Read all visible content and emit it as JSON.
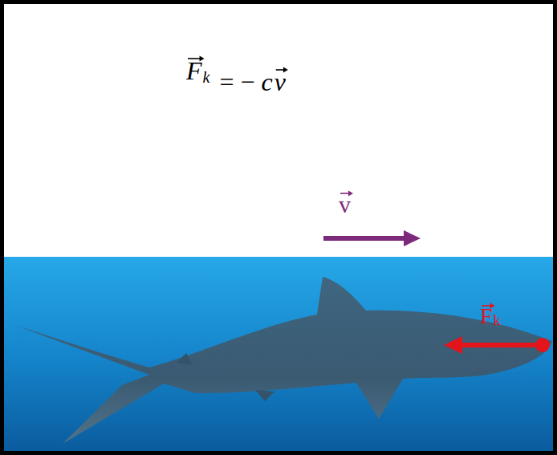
{
  "diagram": {
    "labels": [
      "F",
      "k",
      "= −",
      "c",
      "v",
      "v",
      "F",
      "k"
    ]
  }
}
